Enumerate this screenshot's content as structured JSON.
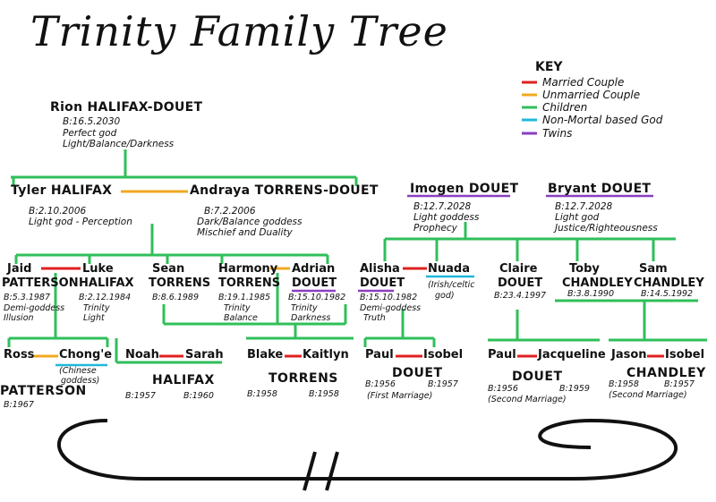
{
  "title": "Trinity Family Tree",
  "key": {
    "heading": "KEY",
    "items": [
      {
        "label": "Married Couple",
        "color": "#e02020"
      },
      {
        "label": "Unmarried Couple",
        "color": "#f0a820"
      },
      {
        "label": "Children",
        "color": "#2fbf5a"
      },
      {
        "label": "Non-Mortal based God",
        "color": "#20b8d8"
      },
      {
        "label": "Twins",
        "color": "#8a3fc0"
      }
    ]
  },
  "people": {
    "rion": {
      "name": "Rion HALIFAX-DOUET",
      "born": "B:16.5.2030",
      "desc1": "Perfect god",
      "desc2": "Light/Balance/Darkness"
    },
    "tyler": {
      "name": "Tyler HALIFAX",
      "born": "B:2.10.2006",
      "desc1": "Light god - Perception"
    },
    "andraya": {
      "name": "Andraya TORRENS-DOUET",
      "born": "B:7.2.2006",
      "desc1": "Dark/Balance goddess",
      "desc2": "Mischief and Duality"
    },
    "imogen": {
      "name": "Imogen DOUET",
      "born": "B:12.7.2028",
      "desc1": "Light goddess",
      "desc2": "Prophecy"
    },
    "bryant": {
      "name": "Bryant DOUET",
      "born": "B:12.7.2028",
      "desc1": "Light god",
      "desc2": "Justice/Righteousness"
    },
    "jaid": {
      "first": "Jaid",
      "last": "PATTERSON",
      "born": "B:5.3.1987",
      "desc1": "Demi-goddess",
      "desc2": "Illusion"
    },
    "luke": {
      "first": "Luke",
      "last": "HALIFAX",
      "born": "B:2.12.1984",
      "desc1": "Trinity",
      "desc2": "Light"
    },
    "sean": {
      "first": "Sean",
      "last": "TORRENS",
      "born": "B:8.6.1989"
    },
    "harmony": {
      "first": "Harmony",
      "last": "TORRENS",
      "born": "B:19.1.1985",
      "desc1": "Trinity",
      "desc2": "Balance"
    },
    "adrian": {
      "first": "Adrian",
      "last": "DOUET",
      "born": "B:15.10.1982",
      "desc1": "Trinity",
      "desc2": "Darkness"
    },
    "alisha": {
      "first": "Alisha",
      "last": "DOUET",
      "born": "B:15.10.1982",
      "desc1": "Demi-goddess",
      "desc2": "Truth"
    },
    "nuada": {
      "first": "Nuada",
      "desc1": "(Irish/celtic",
      "desc2": "god)"
    },
    "claire": {
      "first": "Claire",
      "last": "DOUET",
      "born": "B:23.4.1997"
    },
    "toby": {
      "first": "Toby",
      "last": "CHANDLEY",
      "born": "B:3.8.1990"
    },
    "sam": {
      "first": "Sam",
      "last": "CHANDLEY",
      "born": "B:14.5.1992"
    }
  },
  "couples": [
    {
      "a": "Ross",
      "b": "Chong'e",
      "note1": "(Chinese",
      "note2": "goddess)",
      "surname": "PATTERSON",
      "born_a": "B:1967",
      "born_b": ""
    },
    {
      "a": "Noah",
      "b": "Sarah",
      "surname": "HALIFAX",
      "born_a": "B:1957",
      "born_b": "B:1960"
    },
    {
      "a": "Blake",
      "b": "Kaitlyn",
      "surname": "TORRENS",
      "born_a": "B:1958",
      "born_b": "B:1958"
    },
    {
      "a": "Paul",
      "b": "Isobel",
      "surname": "DOUET",
      "born_a": "B:1956",
      "born_b": "B:1957",
      "marriage": "(First Marriage)"
    },
    {
      "a": "Paul",
      "b": "Jacqueline",
      "surname": "DOUET",
      "born_a": "B:1956",
      "born_b": "B:1959",
      "marriage": "(Second Marriage)"
    },
    {
      "a": "Jason",
      "b": "Isobel",
      "surname": "CHANDLEY",
      "born_a": "B:1958",
      "born_b": "B:1957",
      "marriage": "(Second Marriage)"
    }
  ],
  "colors": {
    "married": "#e02020",
    "unmarried": "#f0a820",
    "children": "#2fbf5a",
    "nonmortal": "#20b8d8",
    "twins": "#8a3fc0",
    "ink": "#111111"
  }
}
